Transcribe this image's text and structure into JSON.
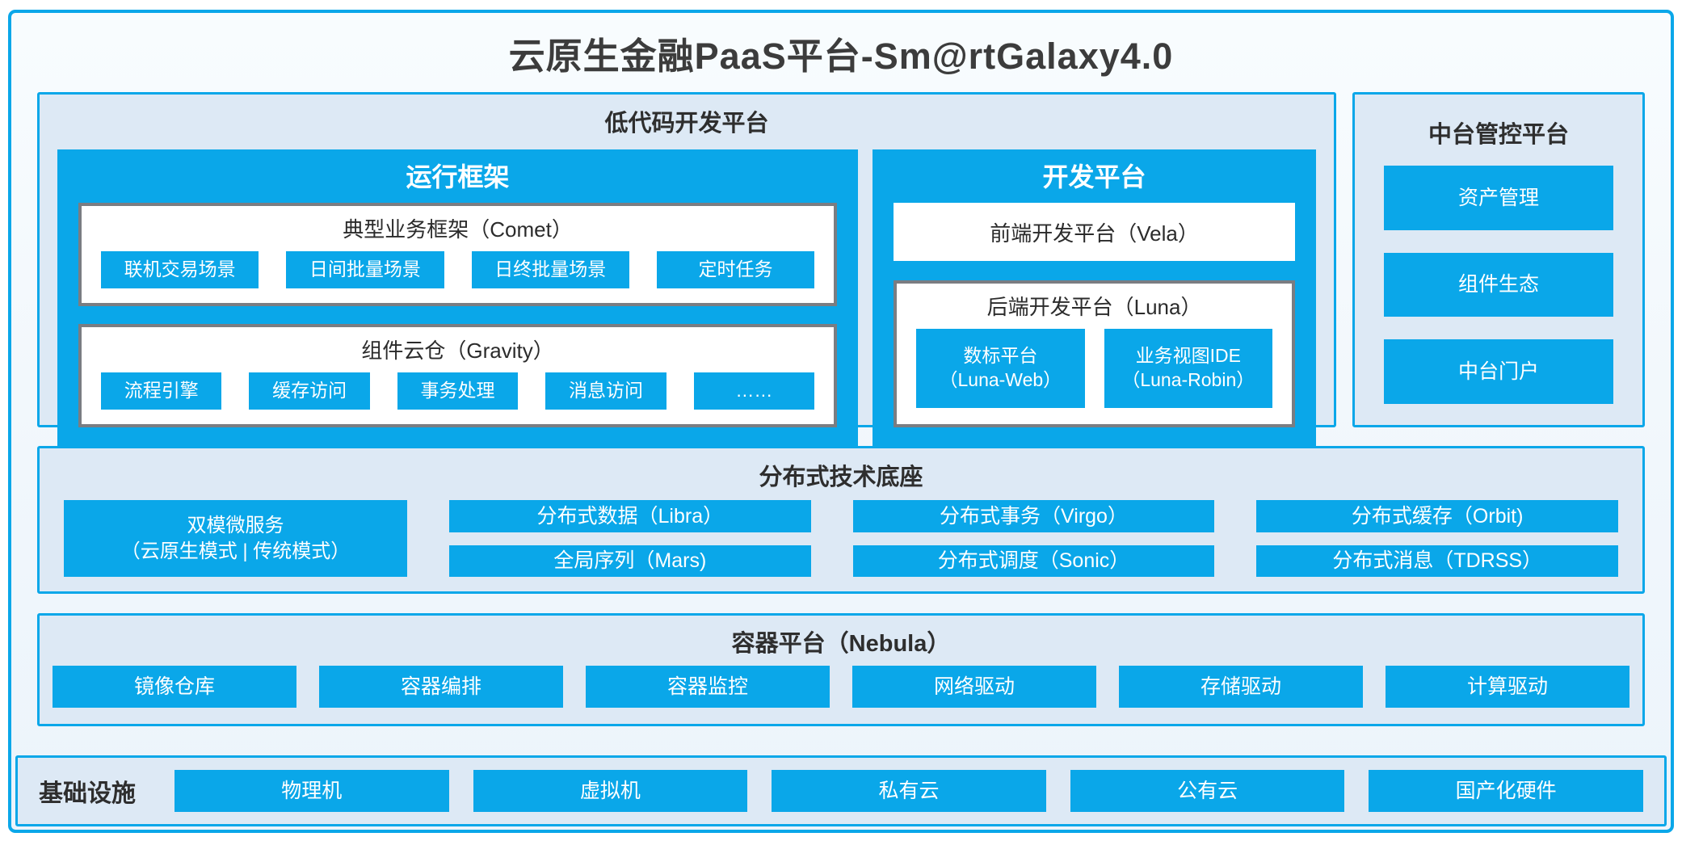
{
  "page": {
    "title": "云原生金融PaaS平台-Sm@rtGalaxy4.0"
  },
  "colors": {
    "accent_blue": "#0aa7e9",
    "panel_background": "#dde9f5",
    "box_border_gray": "#7a7d82",
    "title_text": "#3c3c3c"
  },
  "low_code": {
    "title": "低代码开发平台",
    "runtime": {
      "title": "运行框架",
      "comet": {
        "title": "典型业务框架（Comet）",
        "items": [
          "联机交易场景",
          "日间批量场景",
          "日终批量场景",
          "定时任务"
        ]
      },
      "gravity": {
        "title": "组件云仓（Gravity）",
        "items": [
          "流程引擎",
          "缓存访问",
          "事务处理",
          "消息访问",
          "……"
        ]
      }
    },
    "dev": {
      "title": "开发平台",
      "vela": "前端开发平台（Vela）",
      "luna": {
        "title": "后端开发平台（Luna）",
        "items": [
          {
            "line1": "数标平台",
            "line2": "（Luna-Web）"
          },
          {
            "line1": "业务视图IDE",
            "line2": "（Luna-Robin）"
          }
        ]
      }
    }
  },
  "middle_platform": {
    "title": "中台管控平台",
    "items": [
      "资产管理",
      "组件生态",
      "中台门户"
    ]
  },
  "distributed": {
    "title": "分布式技术底座",
    "dual_mode": {
      "line1": "双模微服务",
      "line2": "（云原生模式 | 传统模式）"
    },
    "columns": [
      [
        "分布式数据（Libra）",
        "全局序列（Mars)"
      ],
      [
        "分布式事务（Virgo）",
        "分布式调度（Sonic）"
      ],
      [
        "分布式缓存（Orbit)",
        "分布式消息（TDRSS）"
      ]
    ]
  },
  "container_platform": {
    "title": "容器平台（Nebula）",
    "items": [
      "镜像仓库",
      "容器编排",
      "容器监控",
      "网络驱动",
      "存储驱动",
      "计算驱动"
    ]
  },
  "infrastructure": {
    "title": "基础设施",
    "items": [
      "物理机",
      "虚拟机",
      "私有云",
      "公有云",
      "国产化硬件"
    ]
  }
}
